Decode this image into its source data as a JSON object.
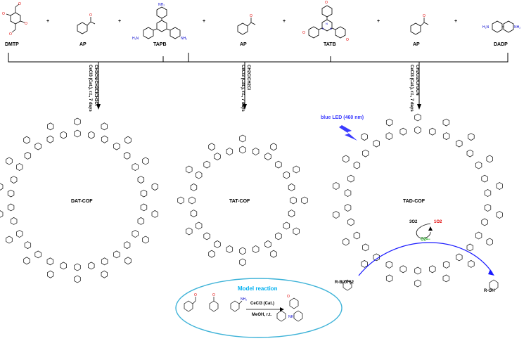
{
  "reactants": {
    "dmtp": "DMTP",
    "ap1": "AP",
    "tapb": "TAPB",
    "ap2": "AP",
    "tatb": "TATB",
    "ap3": "AP",
    "dadp": "DADP",
    "plus": "+"
  },
  "conditions": {
    "left_solvent": "CH3CN/CH2ClCH2Cl",
    "left_cat": "CeCl3 (Cat.), r.t., 7 days",
    "mid_solvent": "CH2ClCH2Cl",
    "mid_cat": "CeCl3 (Cat.), r.t., 7 days",
    "right_solvent": "CH2Cl2/CH3CN",
    "right_cat": "CeCl3 (Cat.), r.t., 7 days"
  },
  "products": {
    "dat": "DAT-COF",
    "tat": "TAT-COF",
    "tad": "TAD-COF"
  },
  "photocatalysis": {
    "light": "blue LED (460 nm)",
    "o2_triplet": "3O2",
    "o2_singlet": "1O2",
    "superoxide": "O2•−",
    "substrate": "R-B(OH)2",
    "product": "R-OH"
  },
  "model_reaction": {
    "title": "Model reaction",
    "catalyst": "CeCl3 (Cat.)",
    "solvent": "MeOH, r.t."
  },
  "colors": {
    "bond": "#000000",
    "oxygen": "#e00000",
    "nitrogen": "#0000cc",
    "led": "#3b3bff",
    "model_title": "#00b0f0",
    "model_border": "#3fb3d8",
    "superoxide": "#00a000",
    "blue_arrow": "#1a1aff"
  }
}
